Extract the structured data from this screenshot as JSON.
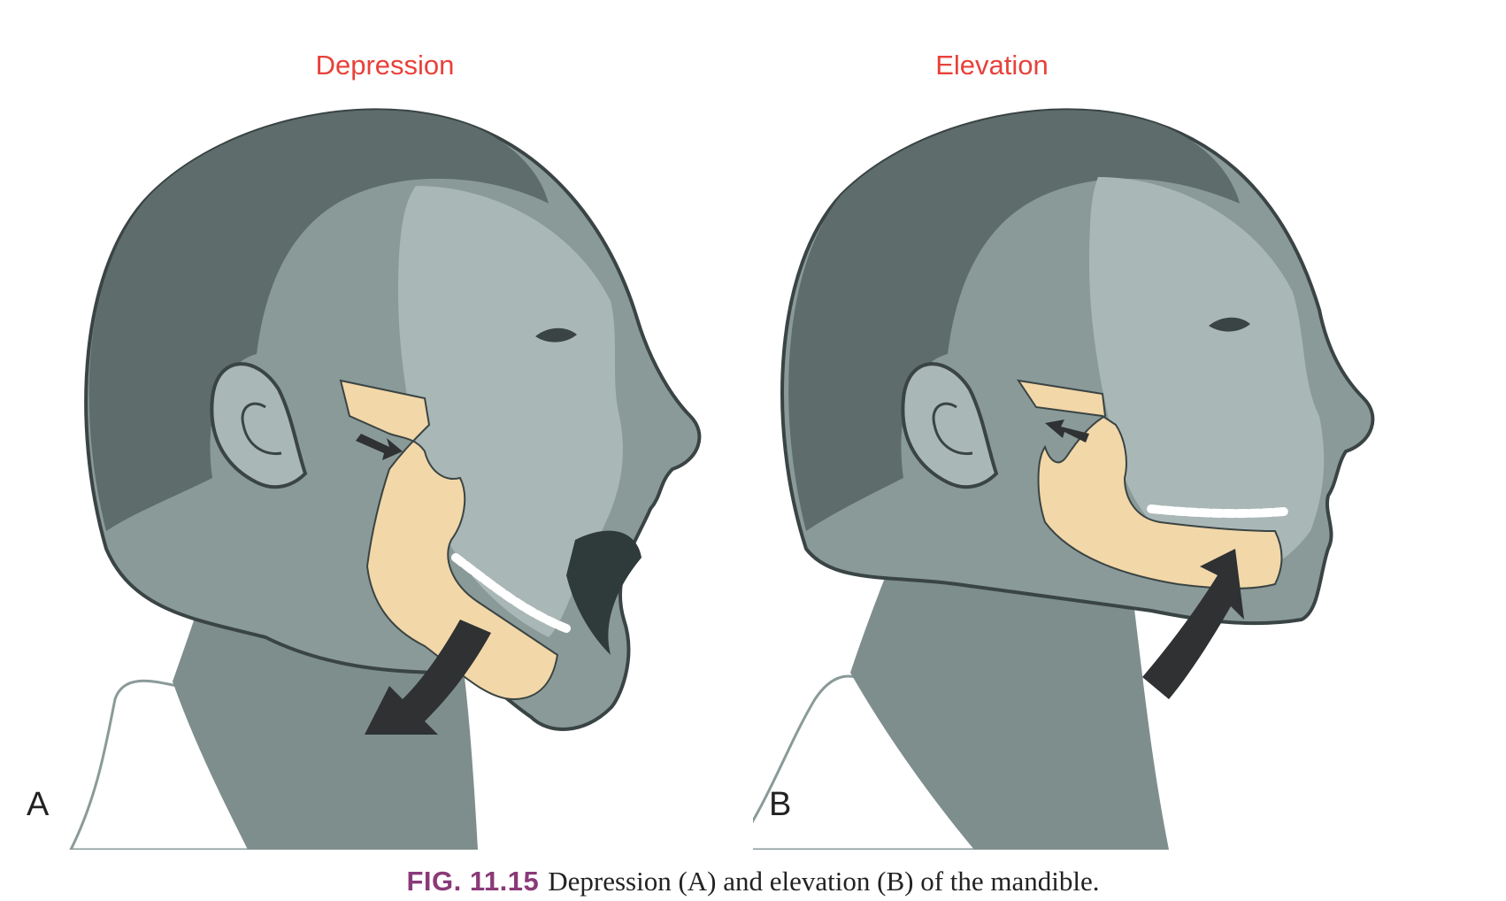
{
  "panels": [
    {
      "id": "A",
      "title": "Depression",
      "letter": "A"
    },
    {
      "id": "B",
      "title": "Elevation",
      "letter": "B"
    }
  ],
  "caption": {
    "figure_number": "FIG. 11.15",
    "text": "Depression (A) and elevation (B) of the mandible."
  },
  "colors": {
    "title": "#e8413a",
    "figure_number": "#8a3a78",
    "bone": "#f2d7a8",
    "arrow": "#2f3133",
    "skin_light": "#a9b7b6",
    "skin_mid": "#8a9a99",
    "hair": "#5c6a6a"
  },
  "icons": {
    "movement_arrow": "curved-arrow-icon",
    "joint_arrow": "small-arrow-icon"
  }
}
